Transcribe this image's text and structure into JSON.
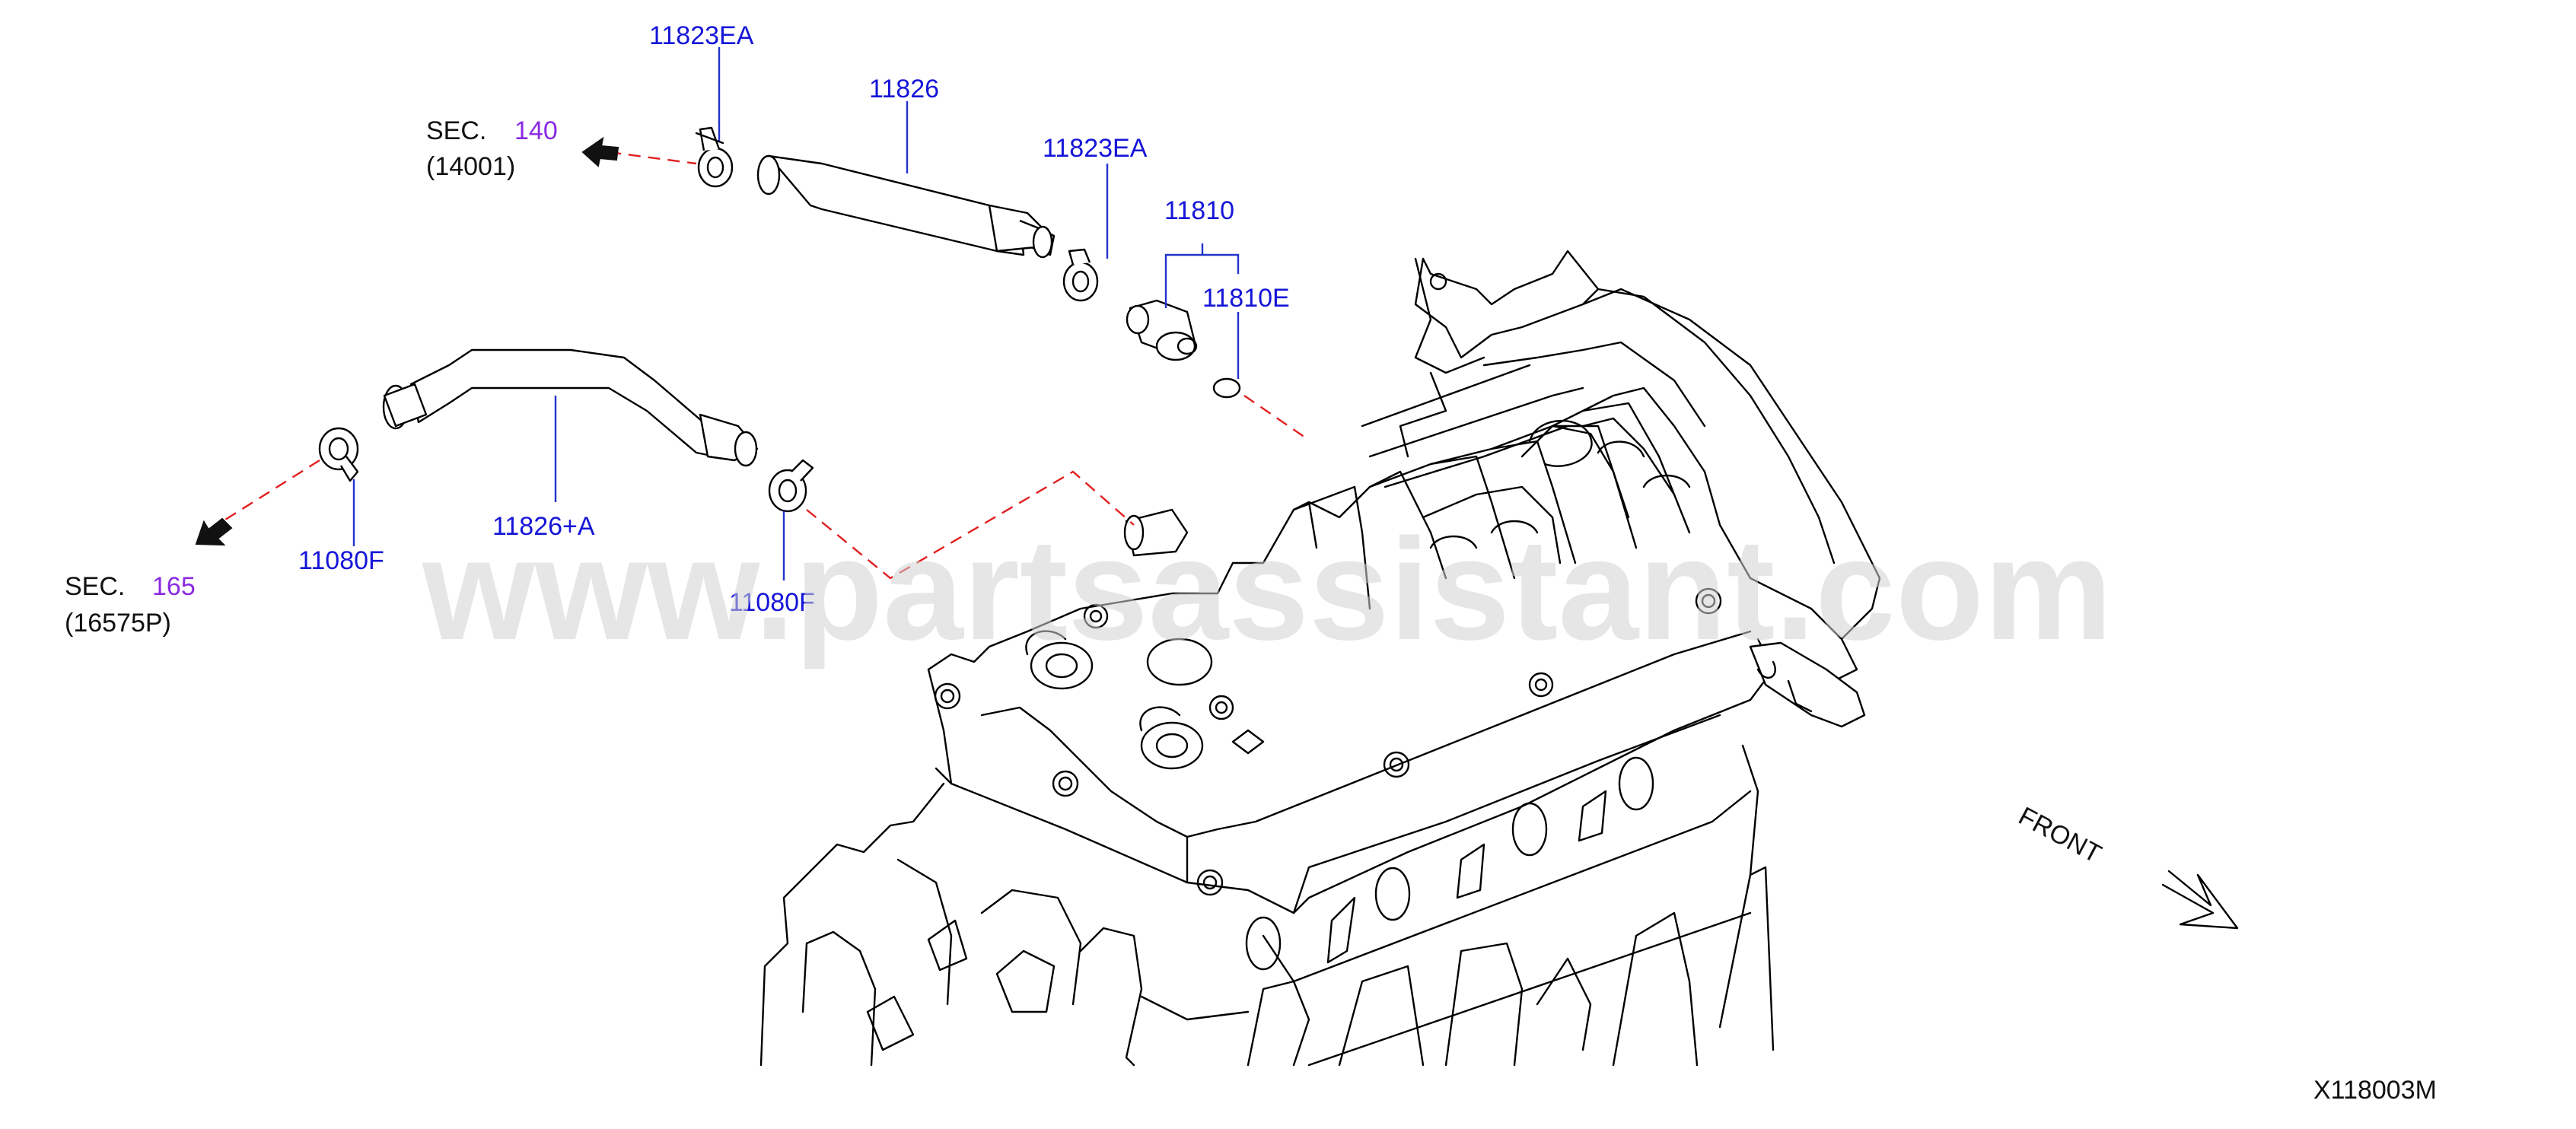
{
  "diagram": {
    "parts": {
      "clamp_upper_left": "11823EA",
      "hose_upper": "11826",
      "clamp_upper_right": "11823EA",
      "pcv_valve": "11810",
      "oring": "11810E",
      "hose_lower": "11826+A",
      "clamp_lower_left": "11080F",
      "clamp_lower_right": "11080F"
    },
    "sections": {
      "upper": {
        "prefix": "SEC.",
        "number": "140",
        "ref": "(14001)"
      },
      "lower": {
        "prefix": "SEC.",
        "number": "165",
        "ref": "(16575P)"
      }
    },
    "front_label": "FRONT",
    "diagram_id": "X118003M",
    "watermark": "www.partsassistant.com",
    "colors": {
      "part_number": "#1515d8",
      "section_number": "#8a2be2",
      "route_line": "#e02020"
    }
  }
}
